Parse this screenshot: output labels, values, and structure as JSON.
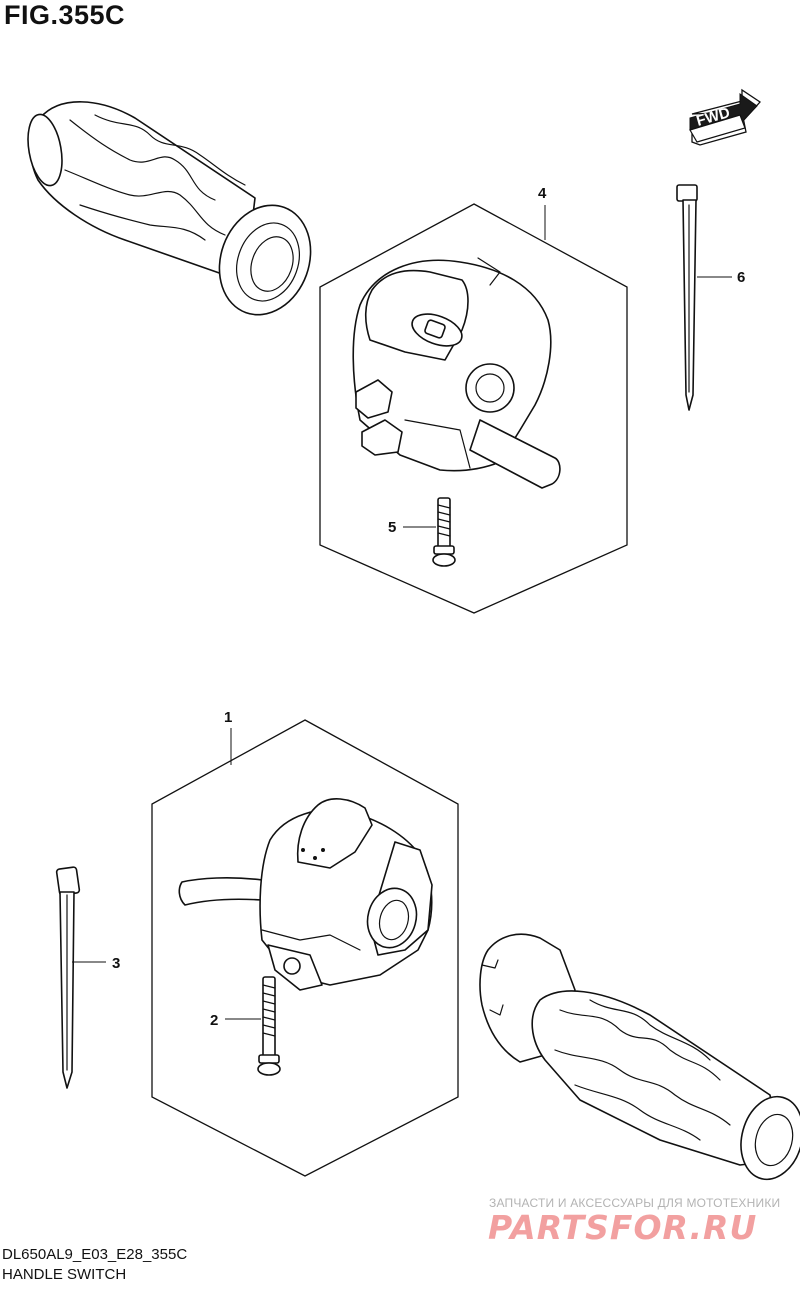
{
  "figure": {
    "title": "FIG.355C",
    "code": "DL650AL9_E03_E28_355C",
    "name": "HANDLE SWITCH"
  },
  "direction_badge": "FWD",
  "callouts": [
    "1",
    "2",
    "3",
    "4",
    "5",
    "6"
  ],
  "watermark": {
    "tagline": "ЗАПЧАСТИ И АКСЕССУАРЫ ДЛЯ МОТОТЕХНИКИ",
    "logo": "PARTSFOR.RU"
  },
  "colors": {
    "line": "#111111",
    "watermark_logo": "#f2a0a0",
    "watermark_text": "#b3b3b3"
  }
}
